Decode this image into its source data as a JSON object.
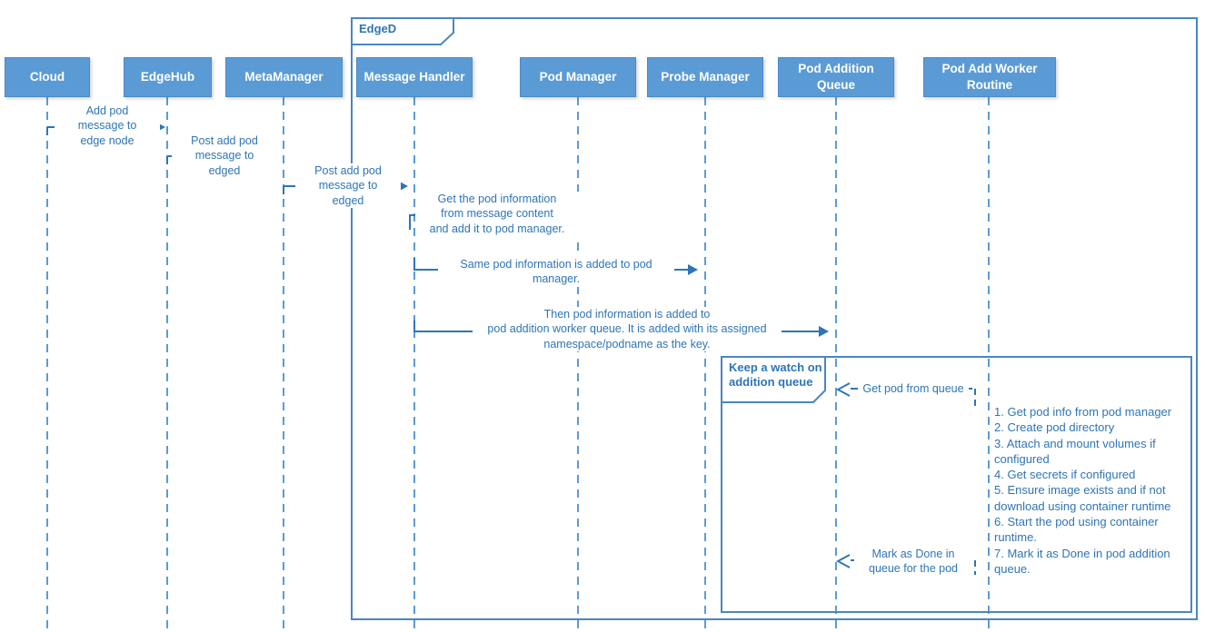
{
  "diagram": {
    "frame": {
      "label": "EdgeD"
    },
    "inner_frame": {
      "label": "Keep a watch on\naddition queue"
    },
    "lifelines": [
      {
        "label": "Cloud"
      },
      {
        "label": "EdgeHub"
      },
      {
        "label": "MetaManager"
      },
      {
        "label": "Message Handler"
      },
      {
        "label": "Pod Manager"
      },
      {
        "label": "Probe Manager"
      },
      {
        "label": "Pod Addition Queue"
      },
      {
        "label": "Pod Add Worker Routine"
      }
    ],
    "messages": [
      {
        "from": "Cloud",
        "to": "EdgeHub",
        "type": "solid",
        "label": "Add pod\nmessage to\nedge node"
      },
      {
        "from": "EdgeHub",
        "to": "MetaManager",
        "type": "solid",
        "label": "Post add pod\nmessage to\nedged"
      },
      {
        "from": "MetaManager",
        "to": "Message Handler",
        "type": "solid",
        "label": "Post add pod\nmessage to\nedged"
      },
      {
        "from": "Message Handler",
        "to": "Pod Manager",
        "type": "solid",
        "label": "Get the pod information\nfrom message content\nand add it to pod manager."
      },
      {
        "from": "Message Handler",
        "to": "Probe Manager",
        "type": "solid",
        "label": "Same pod information is added to pod\nmanager."
      },
      {
        "from": "Message Handler",
        "to": "Pod Addition Queue",
        "type": "solid",
        "label": "Then pod information is added to\npod addition worker queue. It is added with its assigned\nnamespace/podname as the key."
      },
      {
        "from": "Pod Add Worker Routine",
        "to": "Pod Addition Queue",
        "type": "dashed",
        "label": "Get pod from queue"
      },
      {
        "from": "Pod Add Worker Routine",
        "to": "Pod Addition Queue",
        "type": "dashed",
        "label": "Mark as Done in\nqueue for the pod"
      }
    ],
    "worker_steps": "1. Get pod info from pod manager\n2. Create pod directory\n3. Attach and mount volumes if configured\n4. Get secrets if configured\n5. Ensure image exists and if not download using container runtime\n6. Start the pod using container runtime.\n7. Mark it as Done in pod addition queue.",
    "colors": {
      "box_fill": "#5b9bd5",
      "arrow_line": "#2e75b6",
      "lifeline": "#5b9bd5",
      "label_text": "#2e75b6",
      "frame_border": "#4a86c2"
    }
  }
}
